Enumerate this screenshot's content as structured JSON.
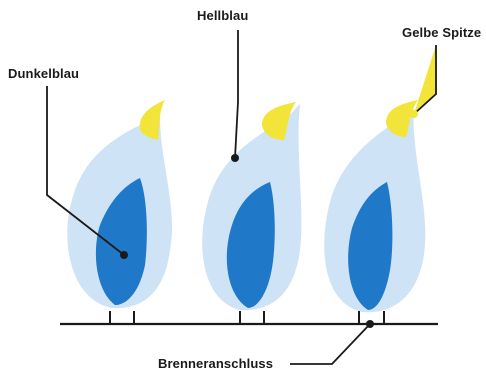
{
  "labels": {
    "dark_blue": "Dunkelblau",
    "light_blue": "Hellblau",
    "yellow_tip": "Gelbe Spitze",
    "burner_connection": "Brenneranschluss"
  },
  "colors": {
    "outer_flame": "#cfe3f7",
    "inner_flame": "#1f78c8",
    "tip": "#f3e43a",
    "line": "#1a1a1a"
  }
}
